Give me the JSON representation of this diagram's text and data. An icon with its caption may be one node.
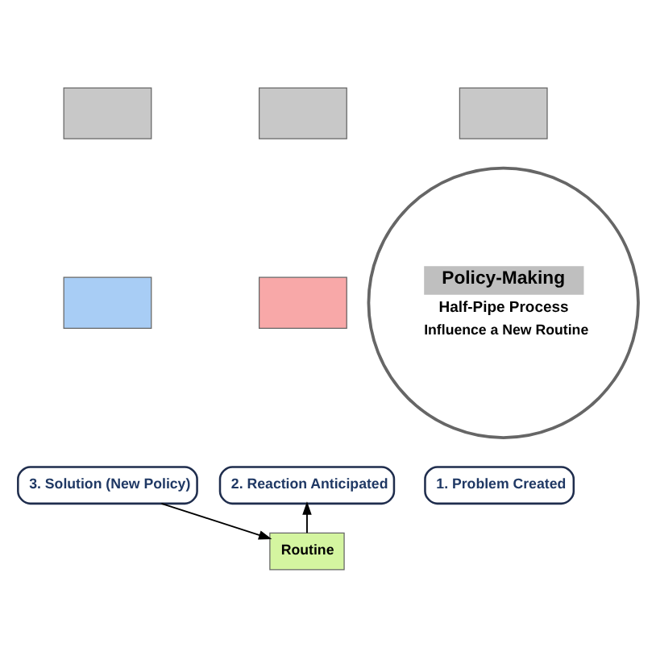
{
  "diagram": {
    "nodes": [
      {
        "text": [
          "Policy-Making",
          "Half-Pipe Process",
          "Influence a New Routine"
        ]
      },
      {
        "text": [],
        "shape": "box"
      },
      {
        "text": [],
        "shape": "box"
      },
      {
        "text": [],
        "shape": "box"
      },
      {
        "text": [],
        "shape": "box"
      },
      {
        "text": [
          "2. Reaction Anticipated"
        ]
      },
      {
        "text": [
          "1. Problem Created"
        ]
      },
      {
        "text": [
          "3. Solution (New Policy)"
        ]
      },
      {
        "text": [],
        "shape": "box"
      },
      {
        "text": [
          "Routine"
        ]
      }
    ],
    "edges": [
      {
        "from": 7,
        "to": 9,
        "arrow": "to"
      },
      {
        "from": 9,
        "to": 5,
        "arrow": "to"
      }
    ]
  }
}
